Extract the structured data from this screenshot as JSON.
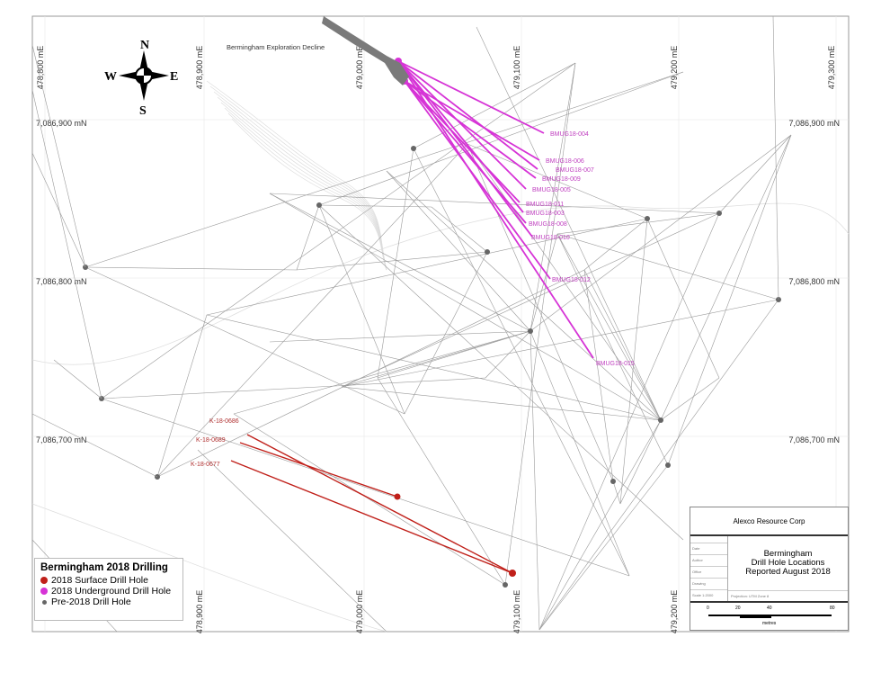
{
  "map": {
    "annotation": "Bermingham Exploration Decline",
    "north_arrow": {
      "n": "N",
      "s": "S",
      "e": "E",
      "w": "W"
    },
    "eastings": [
      "478,800 mE",
      "478,900 mE",
      "479,000 mE",
      "479,100 mE",
      "479,200 mE",
      "479,300 mE"
    ],
    "northings": [
      "7,086,900 mN",
      "7,086,800 mN",
      "7,086,700 mN"
    ],
    "underground_holes": [
      "BMUG18-004",
      "BMUG18-006",
      "BMUG18-007",
      "BMUG18-009",
      "BMUG18-005",
      "BMUG18-011",
      "BMUG18-003",
      "BMUG18-008",
      "BMUG18-010",
      "BMUG18-012",
      "BMUG18-015"
    ],
    "surface_holes": [
      "K-18-0686",
      "K-18-0689",
      "K-18-0677"
    ],
    "colors": {
      "underground": "#d633d6",
      "surface": "#c0201a",
      "pre2018": "#777777",
      "label_ug": "#c040c0",
      "label_surf": "#b03030"
    }
  },
  "legend": {
    "title": "Bermingham 2018 Drilling",
    "items": [
      "2018 Surface Drill Hole",
      "2018 Underground Drill Hole",
      "Pre-2018 Drill Hole"
    ]
  },
  "title_block": {
    "company": "Alexco Resource Corp",
    "title_lines": [
      "Bermingham",
      "Drill Hole Locations",
      "Reported August 2018"
    ],
    "fields": [
      "Date",
      "Author",
      "Office",
      "Drawing",
      "Scale 1:2000"
    ],
    "projection": "Projection: UTM Zone 8",
    "scale_ticks": [
      "0",
      "20",
      "40",
      "80"
    ],
    "scale_unit": "metres"
  }
}
